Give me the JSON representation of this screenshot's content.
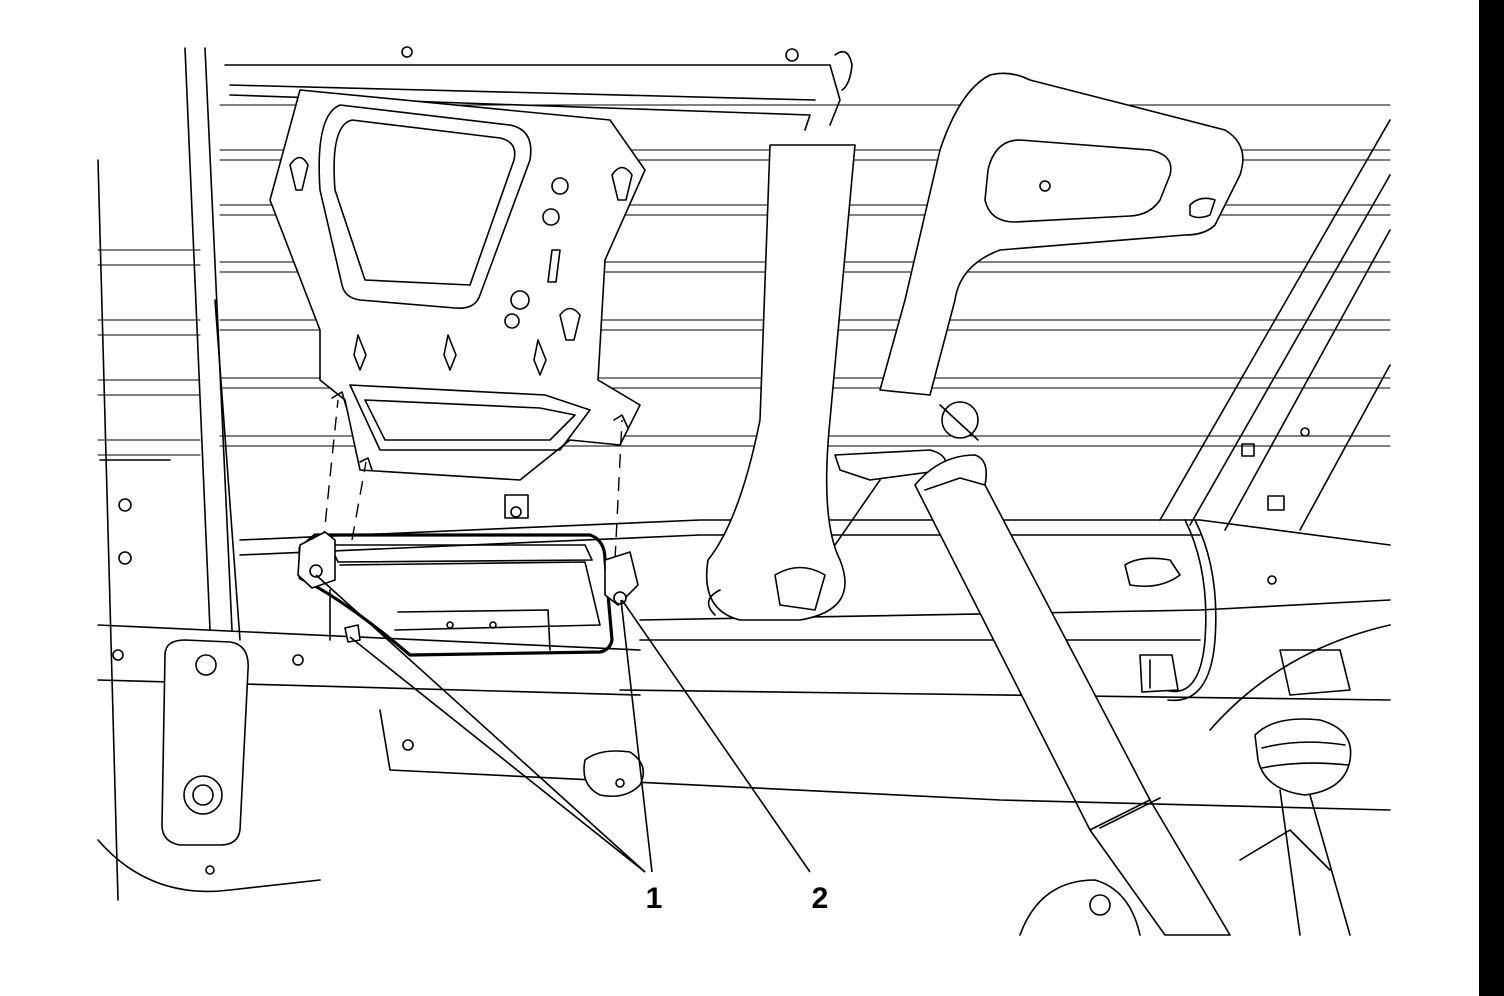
{
  "callouts": [
    {
      "id": "1",
      "label": "1"
    },
    {
      "id": "2",
      "label": "2"
    }
  ],
  "colors": {
    "line": "#000000",
    "background": "#ffffff",
    "border": "#000000"
  }
}
